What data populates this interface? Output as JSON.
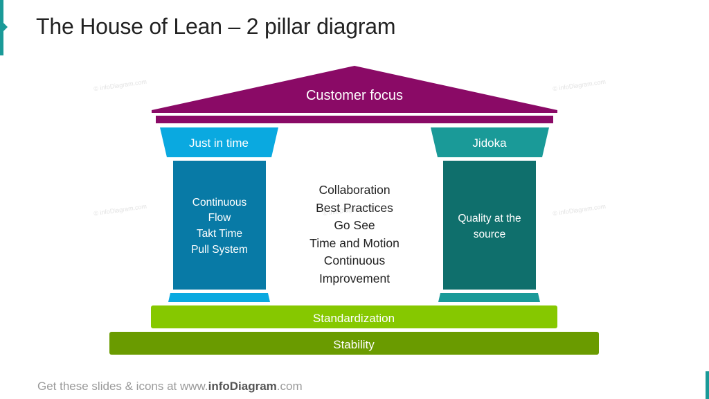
{
  "title": "The House of Lean – 2 pillar diagram",
  "roof": {
    "label": "Customer focus",
    "color": "#8a0a66"
  },
  "pillars": [
    {
      "capital_label": "Just in time",
      "body_lines": [
        "Continuous",
        "Flow",
        "Takt Time",
        "Pull System"
      ],
      "capital_color": "#0aa9e0",
      "body_color": "#087aa6"
    },
    {
      "capital_label": "Jidoka",
      "body_lines": [
        "Quality at the",
        "source"
      ],
      "capital_color": "#1a9a98",
      "body_color": "#0f6f6c"
    }
  ],
  "center_lines": [
    "Collaboration",
    "Best Practices",
    "Go See",
    "Time and Motion",
    "Continuous",
    "Improvement"
  ],
  "foundation": {
    "standardization": "Standardization",
    "stability": "Stability",
    "standardization_color": "#86c800",
    "stability_color": "#6a9b00"
  },
  "footer": {
    "prefix": "Get these slides & icons at www.",
    "brand": "infoDiagram",
    "suffix": ".com"
  },
  "watermark": "© infoDiagram.com"
}
